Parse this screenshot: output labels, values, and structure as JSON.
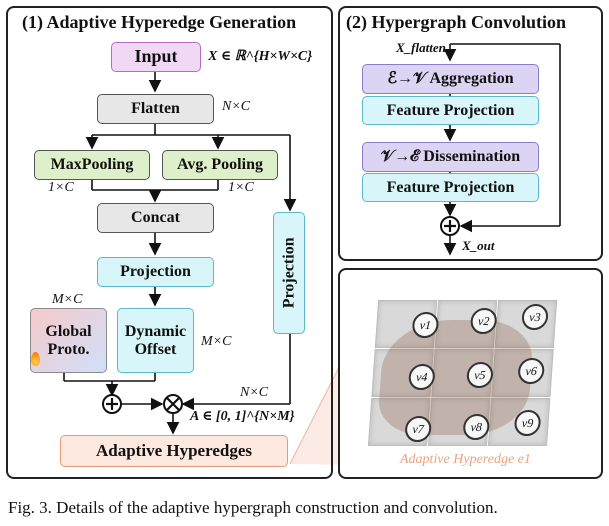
{
  "panel1": {
    "title": "(1) Adaptive Hyperedge Generation",
    "input": "Input",
    "input_math": "X ∈ ℝ^{H×W×C}",
    "flatten": "Flatten",
    "flatten_dim": "N×C",
    "maxpool": "MaxPooling",
    "avgpool": "Avg. Pooling",
    "pool_dim_left": "1×C",
    "pool_dim_right": "1×C",
    "concat": "Concat",
    "projection": "Projection",
    "projection_side": "Projection",
    "global_proto": "Global Proto.",
    "dynamic_offset": "Dynamic Offset",
    "mc_left": "M×C",
    "mc_right": "M×C",
    "nc_bottom": "N×C",
    "a_math": "A ∈ [0, 1]^{N×M}",
    "adaptive_hyperedges": "Adaptive Hyperedges"
  },
  "panel2": {
    "title": "(2) Hypergraph Convolution",
    "x_flatten": "X_flatten",
    "agg": "ℰ→𝒱 Aggregation",
    "fp1": "Feature Projection",
    "diss": "𝒱→ℰ Dissemination",
    "fp2": "Feature Projection",
    "x_out": "X_out"
  },
  "panel3": {
    "nodes": [
      "v1",
      "v2",
      "v3",
      "v4",
      "v5",
      "v6",
      "v7",
      "v8",
      "v9"
    ],
    "caption": "Adaptive Hyperedge e1"
  },
  "caption": "Fig. 3.  Details of the adaptive hypergraph construction and convolution.",
  "colors": {
    "input_fill": "#f1d9f5",
    "input_border": "#b56cc4",
    "gray_fill": "#e7e7e7",
    "green_fill": "#def0c9",
    "cyan_fill": "#d8f6fa",
    "purple_fill": "#ddd3f3",
    "orange_fill": "#fde9df",
    "orange_border": "#e79a77"
  }
}
